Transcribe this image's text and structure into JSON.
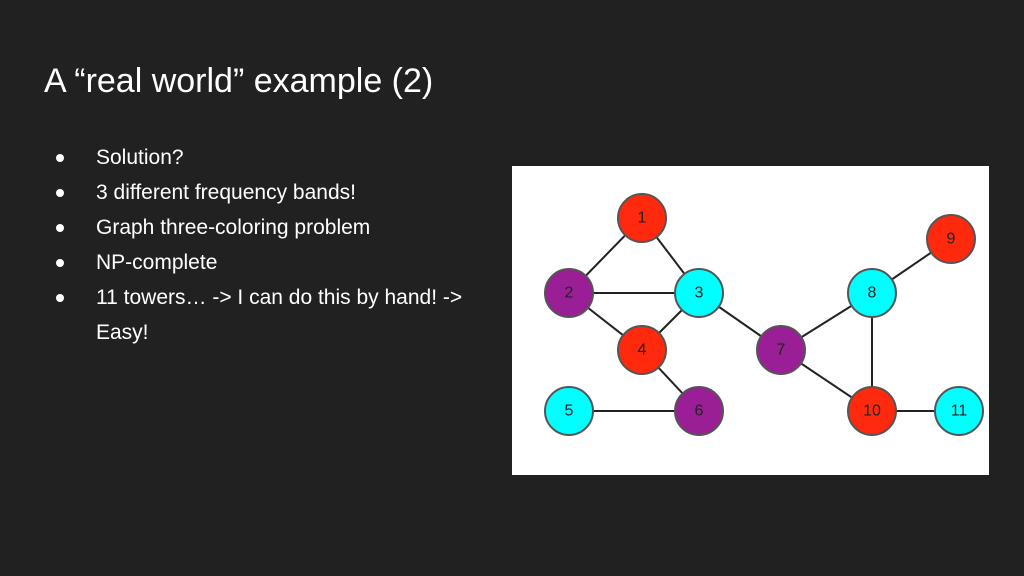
{
  "slide": {
    "title": "A “real world” example (2)",
    "bullets": [
      "Solution?",
      "3 different frequency bands!",
      "Graph three-coloring problem",
      "NP-complete",
      "11 towers… -> I can do this by hand! -> Easy!"
    ]
  },
  "graph": {
    "colors": {
      "red": "#ff2a0e",
      "purple": "#9a1f96",
      "cyan": "#00ffff",
      "stroke": "#555555",
      "edge": "#222222",
      "background": "#ffffff",
      "slide_background": "#212121"
    },
    "nodes": [
      {
        "id": "1",
        "label": "1",
        "color": "red"
      },
      {
        "id": "2",
        "label": "2",
        "color": "purple"
      },
      {
        "id": "3",
        "label": "3",
        "color": "cyan"
      },
      {
        "id": "4",
        "label": "4",
        "color": "red"
      },
      {
        "id": "5",
        "label": "5",
        "color": "cyan"
      },
      {
        "id": "6",
        "label": "6",
        "color": "purple"
      },
      {
        "id": "7",
        "label": "7",
        "color": "purple"
      },
      {
        "id": "8",
        "label": "8",
        "color": "cyan"
      },
      {
        "id": "9",
        "label": "9",
        "color": "red"
      },
      {
        "id": "10",
        "label": "10",
        "color": "red"
      },
      {
        "id": "11",
        "label": "11",
        "color": "cyan"
      }
    ],
    "edges": [
      [
        "1",
        "2"
      ],
      [
        "1",
        "3"
      ],
      [
        "2",
        "3"
      ],
      [
        "2",
        "4"
      ],
      [
        "3",
        "4"
      ],
      [
        "4",
        "6"
      ],
      [
        "5",
        "6"
      ],
      [
        "3",
        "7"
      ],
      [
        "7",
        "8"
      ],
      [
        "7",
        "10"
      ],
      [
        "8",
        "9"
      ],
      [
        "8",
        "10"
      ],
      [
        "10",
        "11"
      ]
    ]
  }
}
